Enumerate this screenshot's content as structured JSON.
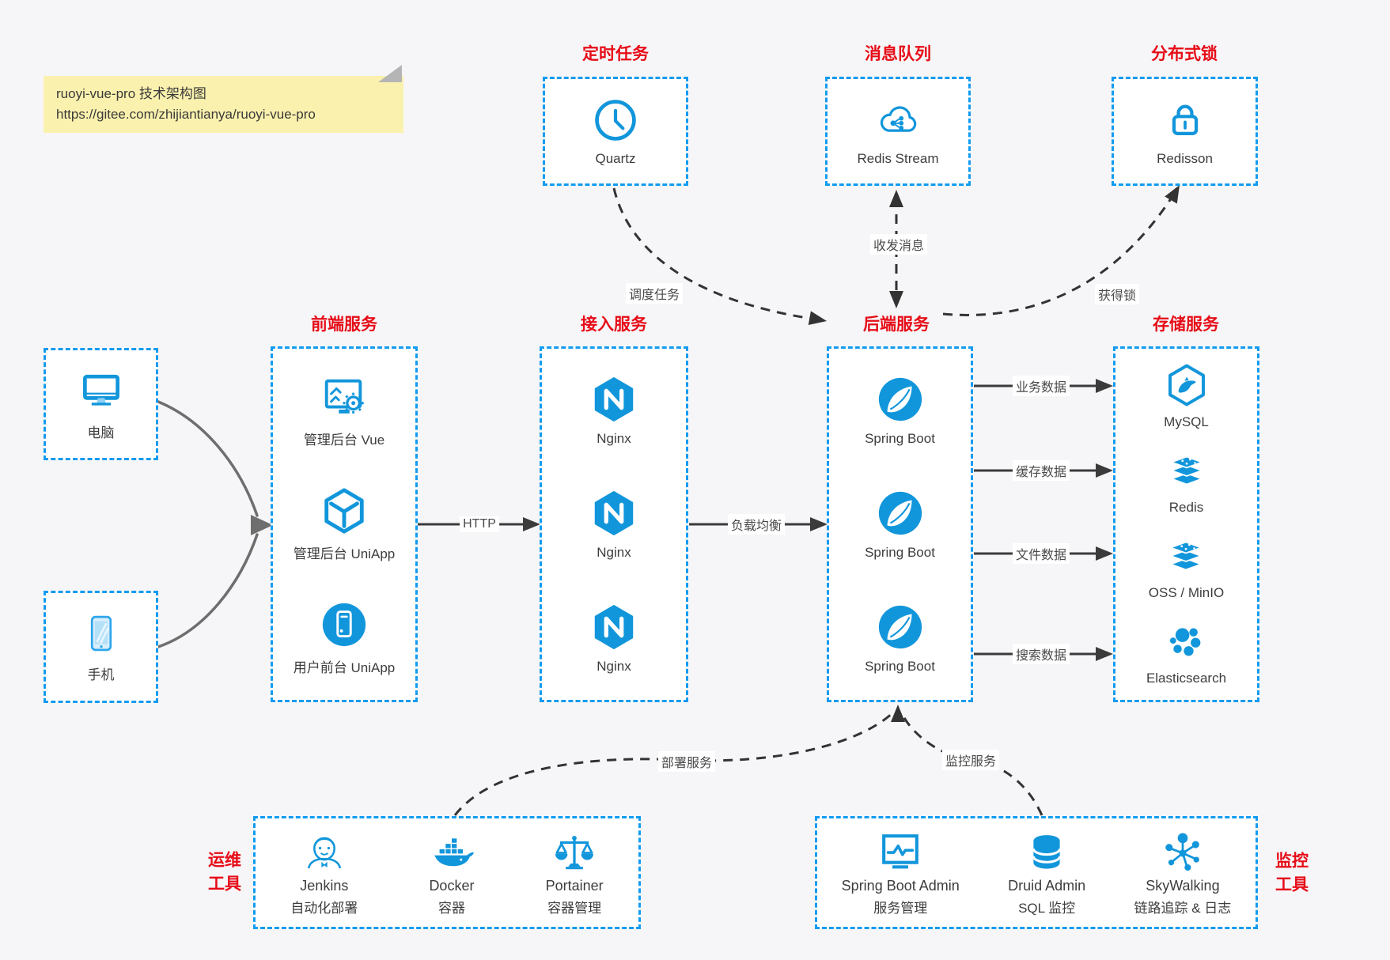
{
  "note": {
    "title": "ruoyi-vue-pro 技术架构图",
    "url": "https://gitee.com/zhijiantianya/ruoyi-vue-pro"
  },
  "colors": {
    "accent_blue": "#1296db",
    "border_blue": "#129bf0",
    "title_red": "#e60c17",
    "note_yellow": "#faf1ae"
  },
  "top_groups": [
    {
      "title": "定时任务",
      "label": "Quartz"
    },
    {
      "title": "消息队列",
      "label": "Redis Stream"
    },
    {
      "title": "分布式锁",
      "label": "Redisson"
    }
  ],
  "clients": [
    {
      "label": "电脑"
    },
    {
      "label": "手机"
    }
  ],
  "columns": [
    {
      "title": "前端服务",
      "items": [
        "管理后台 Vue",
        "管理后台 UniApp",
        "用户前台 UniApp"
      ]
    },
    {
      "title": "接入服务",
      "items": [
        "Nginx",
        "Nginx",
        "Nginx"
      ]
    },
    {
      "title": "后端服务",
      "items": [
        "Spring Boot",
        "Spring Boot",
        "Spring Boot"
      ]
    },
    {
      "title": "存储服务",
      "items": [
        "MySQL",
        "Redis",
        "OSS / MinIO",
        "Elasticsearch"
      ]
    }
  ],
  "bottom_groups": [
    {
      "title_line1": "运维",
      "title_line2": "工具",
      "items": [
        {
          "name": "Jenkins",
          "desc": "自动化部署"
        },
        {
          "name": "Docker",
          "desc": "容器"
        },
        {
          "name": "Portainer",
          "desc": "容器管理"
        }
      ]
    },
    {
      "title_line1": "监控",
      "title_line2": "工具",
      "items": [
        {
          "name": "Spring Boot Admin",
          "desc": "服务管理"
        },
        {
          "name": "Druid Admin",
          "desc": "SQL 监控"
        },
        {
          "name": "SkyWalking",
          "desc": "链路追踪 & 日志"
        }
      ]
    }
  ],
  "edges": {
    "schedule": "调度任务",
    "message": "收发消息",
    "lock": "获得锁",
    "http": "HTTP",
    "load_balance": "负载均衡",
    "business_data": "业务数据",
    "cache_data": "缓存数据",
    "file_data": "文件数据",
    "search_data": "搜索数据",
    "deploy": "部署服务",
    "monitor": "监控服务"
  }
}
